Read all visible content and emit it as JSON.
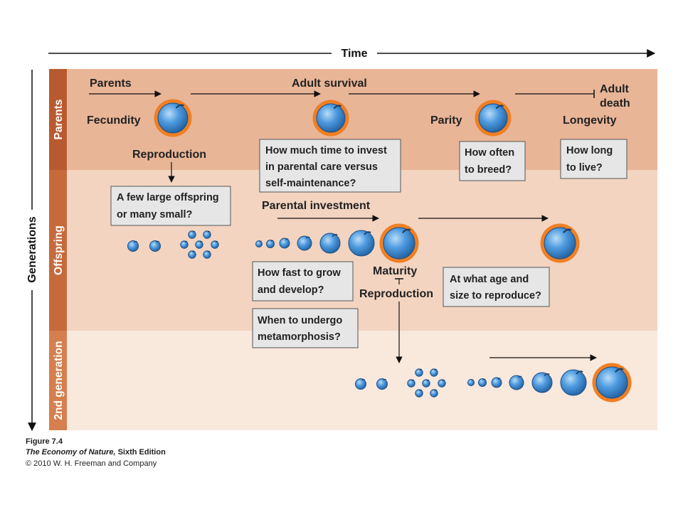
{
  "axes": {
    "time": "Time",
    "generations": "Generations"
  },
  "rows": {
    "parents": "Parents",
    "offspring": "Offspring",
    "second": "2nd generation"
  },
  "labels": {
    "parents": "Parents",
    "adult_survival": "Adult survival",
    "adult_death_1": "Adult",
    "adult_death_2": "death",
    "fecundity": "Fecundity",
    "parity": "Parity",
    "longevity": "Longevity",
    "reproduction_1": "Reproduction",
    "parental_investment": "Parental investment",
    "maturity": "Maturity",
    "reproduction_2": "Reproduction"
  },
  "questions": {
    "parental_care": [
      "How much time to invest",
      "in parental care versus",
      "self-maintenance?"
    ],
    "breed": [
      "How often",
      "to breed?"
    ],
    "live": [
      "How long",
      "to live?"
    ],
    "offspring_size": [
      "A few large offspring",
      "or many small?"
    ],
    "grow": [
      "How fast to grow",
      "and develop?"
    ],
    "metamorphosis": [
      "When to undergo",
      "metamorphosis?"
    ],
    "age_size": [
      "At what age and",
      "size to reproduce?"
    ]
  },
  "caption": {
    "figure": "Figure 7.4",
    "title": "The Economy of Nature,",
    "edition": " Sixth Edition",
    "copyright": "© 2010 W. H. Freeman and Company"
  },
  "colors": {
    "parents_band": "#e8b597",
    "offspring_band": "#f3d4c0",
    "second_band": "#f9e8dc",
    "rowlabel_parents": "#b85a2f",
    "rowlabel_offspring": "#c66a3c",
    "rowlabel_second": "#d47f4d",
    "organism_blue": "#3f8fd6",
    "organism_ring": "#f07f23",
    "question_box": "#e6e6e6"
  }
}
